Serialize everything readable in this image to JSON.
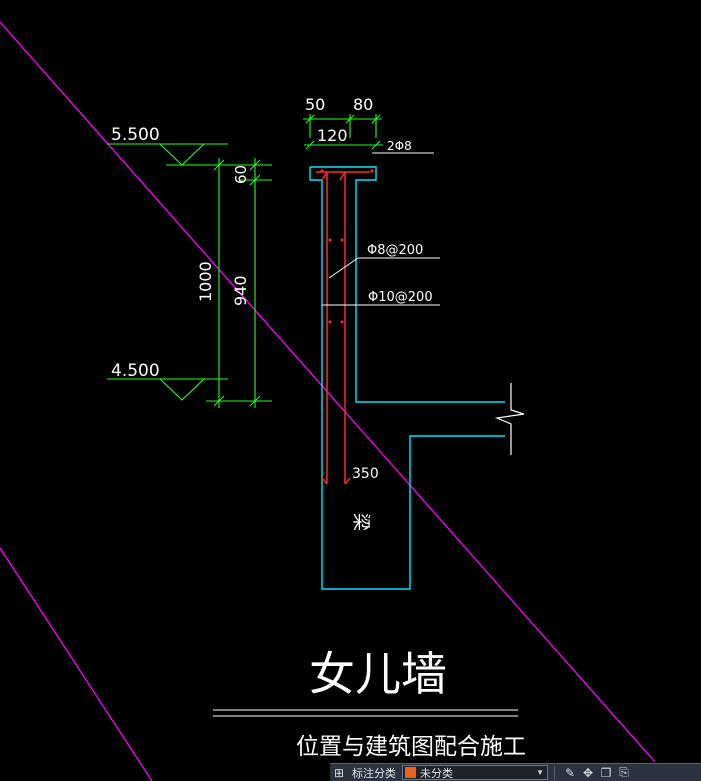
{
  "drawing": {
    "elev_top": "5.500",
    "elev_bottom": "4.500",
    "dim_50": "50",
    "dim_80": "80",
    "dim_120": "120",
    "dim_60": "60",
    "dim_1000": "1000",
    "dim_940": "940",
    "dim_350": "350",
    "rebar_top": "2Φ8",
    "rebar_stirrup": "Φ8@200",
    "rebar_vertical": "Φ10@200",
    "beam_label": "梁",
    "title": "女儿墙",
    "subtitle": "位置与建筑图配合施工"
  },
  "toolbar": {
    "label": "标注分类",
    "select_value": "未分类",
    "swatch_color": "#e8641b"
  },
  "colors": {
    "background": "#000000",
    "outline": "#00e5ff",
    "dimension": "#22ff22",
    "rebar": "#ff2a2a",
    "annotation": "#ffffff",
    "construction": "#ff00ff"
  }
}
